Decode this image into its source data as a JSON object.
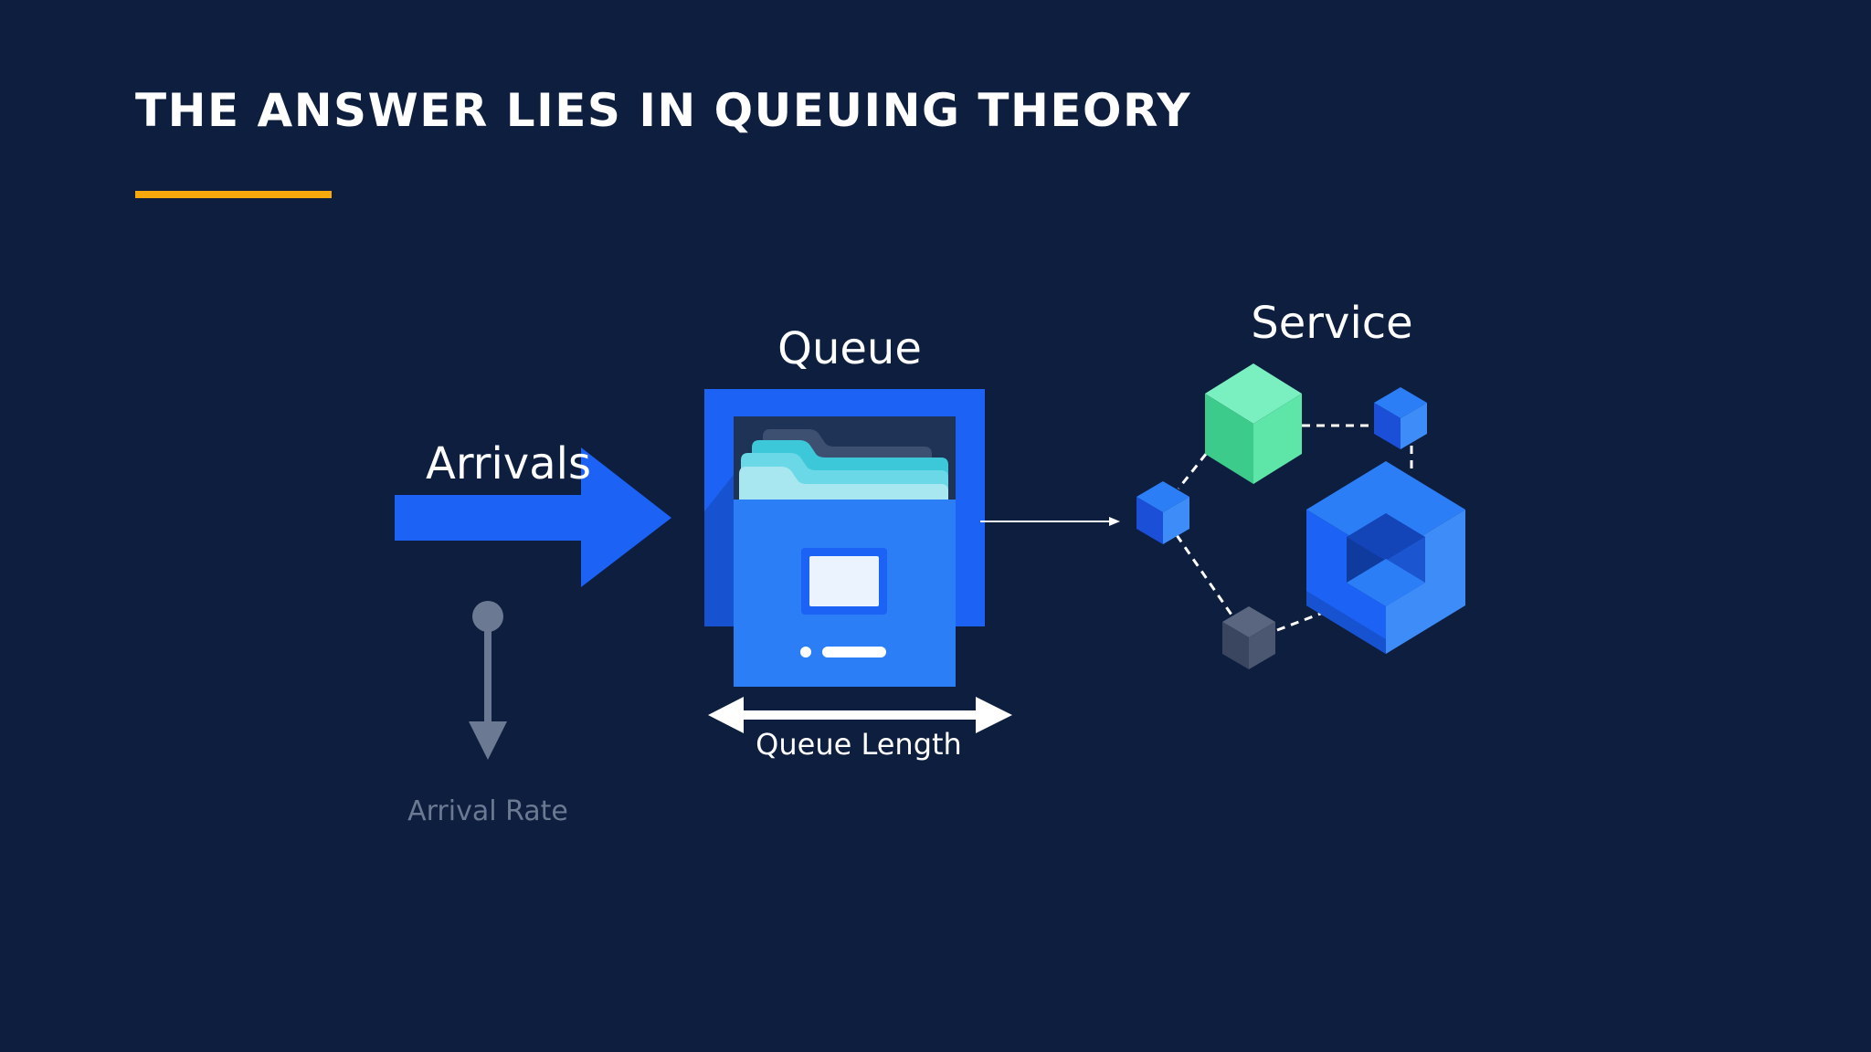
{
  "slide": {
    "title": "THE ANSWER LIES IN QUEUING THEORY",
    "accent_color": "#f7a80b",
    "background_color": "#0d1e3f"
  },
  "diagram": {
    "arrivals_label": "Arrivals",
    "arrival_rate_label": "Arrival Rate",
    "queue_label": "Queue",
    "queue_length_label": "Queue Length",
    "service_label": "Service",
    "colors": {
      "primary_blue": "#1b62f5",
      "cabinet_blue": "#2c7ef7",
      "green_cube": "#5ee5a8",
      "gray": "#6b7a92"
    },
    "icons": [
      "arrivals-arrow-icon",
      "arrival-rate-arrow-icon",
      "file-cabinet-icon",
      "queue-length-arrow-icon",
      "service-network-icon"
    ]
  }
}
